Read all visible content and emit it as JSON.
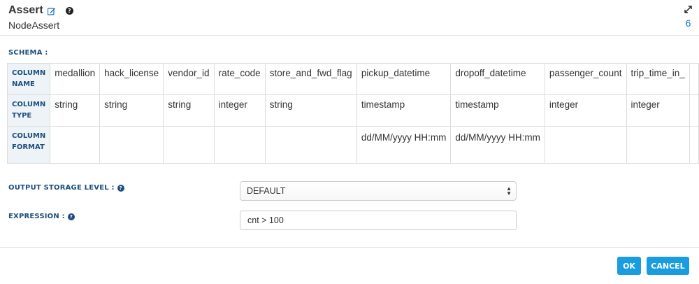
{
  "header": {
    "title": "Assert",
    "subtitle": "NodeAssert",
    "expand_count": "6"
  },
  "schema": {
    "label": "SCHEMA :",
    "row_labels": [
      "COLUMN NAME",
      "COLUMN TYPE",
      "COLUMN FORMAT"
    ],
    "columns": [
      {
        "name": "medallion",
        "type": "string",
        "format": ""
      },
      {
        "name": "hack_license",
        "type": "string",
        "format": ""
      },
      {
        "name": "vendor_id",
        "type": "string",
        "format": ""
      },
      {
        "name": "rate_code",
        "type": "integer",
        "format": ""
      },
      {
        "name": "store_and_fwd_flag",
        "type": "string",
        "format": ""
      },
      {
        "name": "pickup_datetime",
        "type": "timestamp",
        "format": "dd/MM/yyyy HH:mm"
      },
      {
        "name": "dropoff_datetime",
        "type": "timestamp",
        "format": "dd/MM/yyyy HH:mm"
      },
      {
        "name": "passenger_count",
        "type": "integer",
        "format": ""
      },
      {
        "name": "trip_time_in_",
        "type": "integer",
        "format": ""
      }
    ]
  },
  "output_storage": {
    "label": "OUTPUT STORAGE LEVEL :",
    "value": "DEFAULT"
  },
  "expression": {
    "label": "EXPRESSION :",
    "value": "cnt > 100"
  },
  "buttons": {
    "ok": "OK",
    "cancel": "CANCEL"
  },
  "icons": {
    "edit": "edit-icon",
    "help": "help-icon",
    "expand": "expand-icon",
    "select_arrows": "select-arrows-icon"
  },
  "colors": {
    "accent": "#1a9ce0",
    "label_blue": "#1d4e7c",
    "link_blue": "#1a73b8"
  }
}
